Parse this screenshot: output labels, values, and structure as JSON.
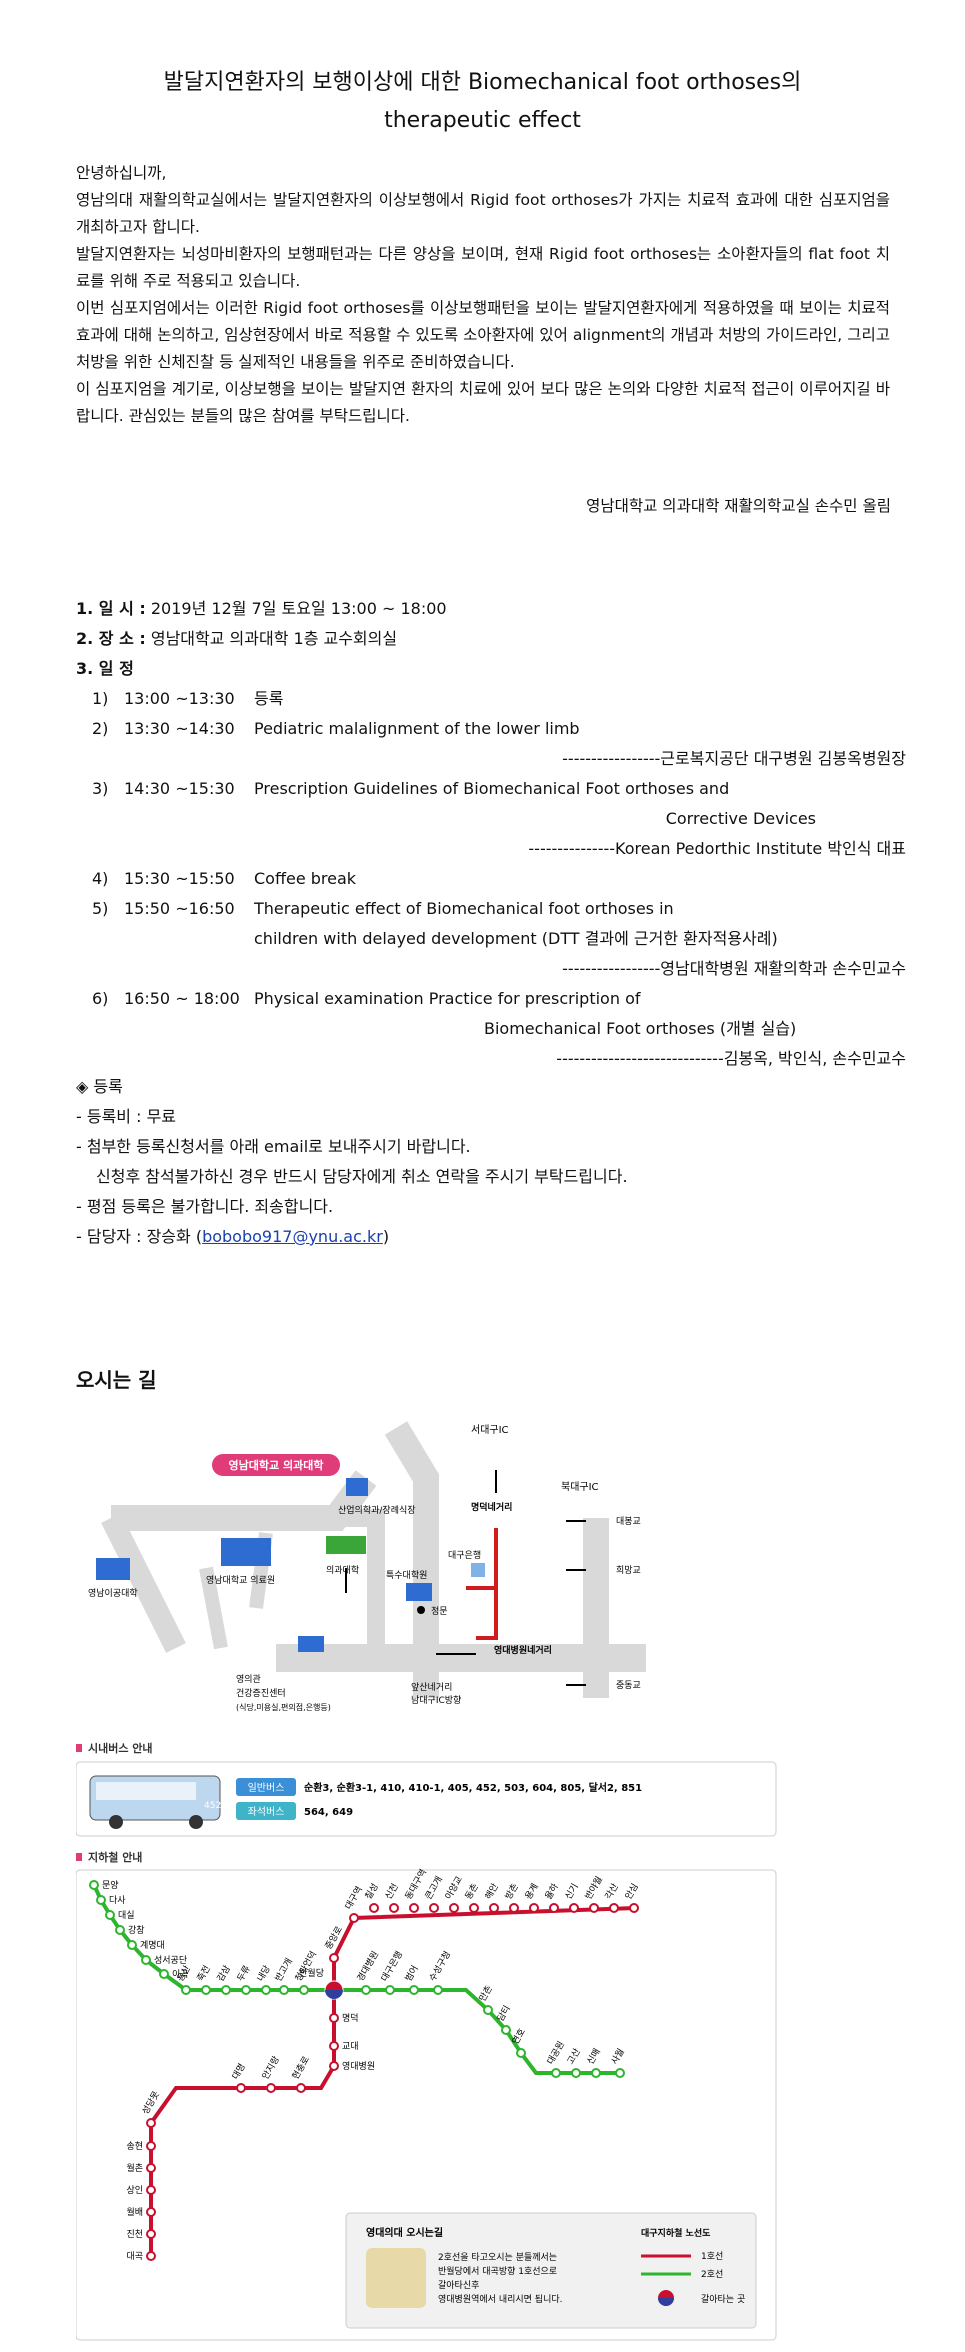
{
  "title_line1": "발달지연환자의 보행이상에 대한 Biomechanical foot orthoses의",
  "title_line2": "therapeutic effect",
  "intro": [
    "안녕하십니까,",
    "영남의대 재활의학교실에서는 발달지연환자의 이상보행에서 Rigid foot orthoses가 가지는 치료적 효과에 대한 심포지엄을 개최하고자 합니다.",
    "발달지연환자는 뇌성마비환자의 보행패턴과는 다른 양상을 보이며, 현재 Rigid foot orthoses는 소아환자들의 flat foot 치료를 위해 주로 적용되고 있습니다.",
    "이번 심포지엄에서는 이러한 Rigid foot orthoses를 이상보행패턴을 보이는 발달지연환자에게 적용하였을 때 보이는 치료적 효과에 대해 논의하고, 임상현장에서 바로 적용할 수 있도록 소아환자에 있어 alignment의 개념과 처방의 가이드라인, 그리고 처방을 위한 신체진찰 등 실제적인 내용들을 위주로 준비하였습니다.",
    "이 심포지엄을 계기로, 이상보행을 보이는 발달지연 환자의 치료에 있어 보다 많은 논의와 다양한 치료적 접근이 이루어지길 바랍니다. 관심있는 분들의 많은 참여를 부탁드립니다."
  ],
  "signature": "영남대학교 의과대학 재활의학교실 손수민 올림",
  "info": {
    "date_label": "1. 일 시 :",
    "date_value": "2019년 12월 7일 토요일 13:00 ~ 18:00",
    "place_label": "2. 장 소 :",
    "place_value": "영남대학교 의과대학 1층 교수회의실",
    "schedule_label": "3. 일 정"
  },
  "schedule": [
    {
      "num": "1)",
      "time": "13:00 ~13:30",
      "lines": [
        "등록"
      ],
      "speaker": ""
    },
    {
      "num": "2)",
      "time": "13:30 ~14:30",
      "lines": [
        "Pediatric malalignment of the lower limb"
      ],
      "speaker": "-----------------근로복지공단 대구병원 김봉옥병원장"
    },
    {
      "num": "3)",
      "time": "14:30 ~15:30",
      "lines": [
        "Prescription Guidelines of Biomechanical Foot orthoses and",
        "Corrective Devices"
      ],
      "speaker": "---------------Korean Pedorthic Institute 박인식 대표"
    },
    {
      "num": "4)",
      "time": "15:30 ~15:50",
      "lines": [
        "Coffee break"
      ],
      "speaker": ""
    },
    {
      "num": "5)",
      "time": "15:50 ~16:50",
      "lines": [
        "Therapeutic effect of Biomechanical foot orthoses in",
        "children with delayed development (DTT 결과에 근거한 환자적용사례)"
      ],
      "speaker": "-----------------영남대학병원 재활의학과 손수민교수"
    },
    {
      "num": "6)",
      "time": "16:50 ~ 18:00",
      "lines": [
        "Physical examination Practice for prescription of",
        "Biomechanical Foot orthoses (개별 실습)"
      ],
      "speaker": "-----------------------------김봉옥, 박인식, 손수민교수"
    }
  ],
  "registration": {
    "heading": "◈ 등록",
    "fee": "- 등록비 : 무료",
    "attach": "- 첨부한 등록신청서를 아래 email로 보내주시기 바랍니다.",
    "cancel": "신청후 참석불가하신 경우 반드시 담당자에게 취소 연락을 주시기 부탁드립니다.",
    "onsite": "- 평점 등록은 불가합니다. 죄송합니다.",
    "contact_prefix": "- 담당자 : 장승화 (",
    "contact_email": "bobobo917@ynu.ac.kr",
    "contact_suffix": ")"
  },
  "directions_title": "오시는 길",
  "map": {
    "labels": {
      "seodaegu_ic": "서대구IC",
      "bukdaegu_ic": "북대구IC",
      "univ_banner": "영남대학교 의과대학",
      "sanup": "산업의학과/장례식장",
      "myeongdeok": "명덕네거리",
      "daebong": "대봉교",
      "huimang": "희망교",
      "univ_eng": "영남이공대학",
      "medicalcenter": "영남대학교 의료원",
      "medschool": "의과대학",
      "special": "특수대학원",
      "daegubank": "대구은행",
      "main_gate": "정문",
      "hospital_cross": "영대병원네거리",
      "youngui": "영의관",
      "health_center": "건강증진센터",
      "health_sub": "(식당,미용실,편의점,은행등)",
      "apsan": "앞산네거리",
      "namdaegu": "남대구IC방향",
      "jungdong": "중동교"
    },
    "bus": {
      "heading": "시내버스 안내",
      "bus_num": "452",
      "normal_label": "일반버스",
      "normal_routes": "순환3, 순환3-1, 410, 410-1, 405, 452, 503, 604, 805, 달서2, 851",
      "seat_label": "좌석버스",
      "seat_routes": "564, 649"
    },
    "subway": {
      "heading": "지하철 안내",
      "line1_color": "#c8102e",
      "line2_color": "#2db52d",
      "line2_west": [
        "문양",
        "다사",
        "대실",
        "강창",
        "계명대",
        "성서공단",
        "이곡"
      ],
      "line2_mid": [
        "용산",
        "죽전",
        "감삼",
        "두류",
        "내당",
        "반고개",
        "청라언덕"
      ],
      "transfer": "반월당",
      "line2_east": [
        "경대병원",
        "대구은행",
        "범어",
        "수성구청",
        "만촌",
        "담티",
        "연호",
        "대공원",
        "고산",
        "신매",
        "사월"
      ],
      "line1_north": [
        "중앙로",
        "대구역",
        "칠성",
        "신천",
        "동대구역",
        "큰고개",
        "아양교",
        "동촌",
        "해안",
        "방촌",
        "용계",
        "율하",
        "신기",
        "반야월",
        "각산",
        "안심"
      ],
      "line1_south": [
        "명덕",
        "교대",
        "영대병원"
      ],
      "line1_west": [
        "현충로",
        "안지랑",
        "대명",
        "성당못"
      ],
      "line1_south_west": [
        "송현",
        "월촌",
        "상인",
        "월배",
        "진천",
        "대곡"
      ],
      "route_title": "영대의대 오시는길",
      "route_text": [
        "2호선을 타고오시는 분들께서는",
        "반월당에서 대곡방향 1호선으로",
        "갈아타신후",
        "영대병원역에서 내리시면 됩니다."
      ],
      "legend_title": "대구지하철 노선도",
      "legend_line1": "1호선",
      "legend_line2": "2호선",
      "legend_transfer": "갈아타는 곳"
    }
  }
}
